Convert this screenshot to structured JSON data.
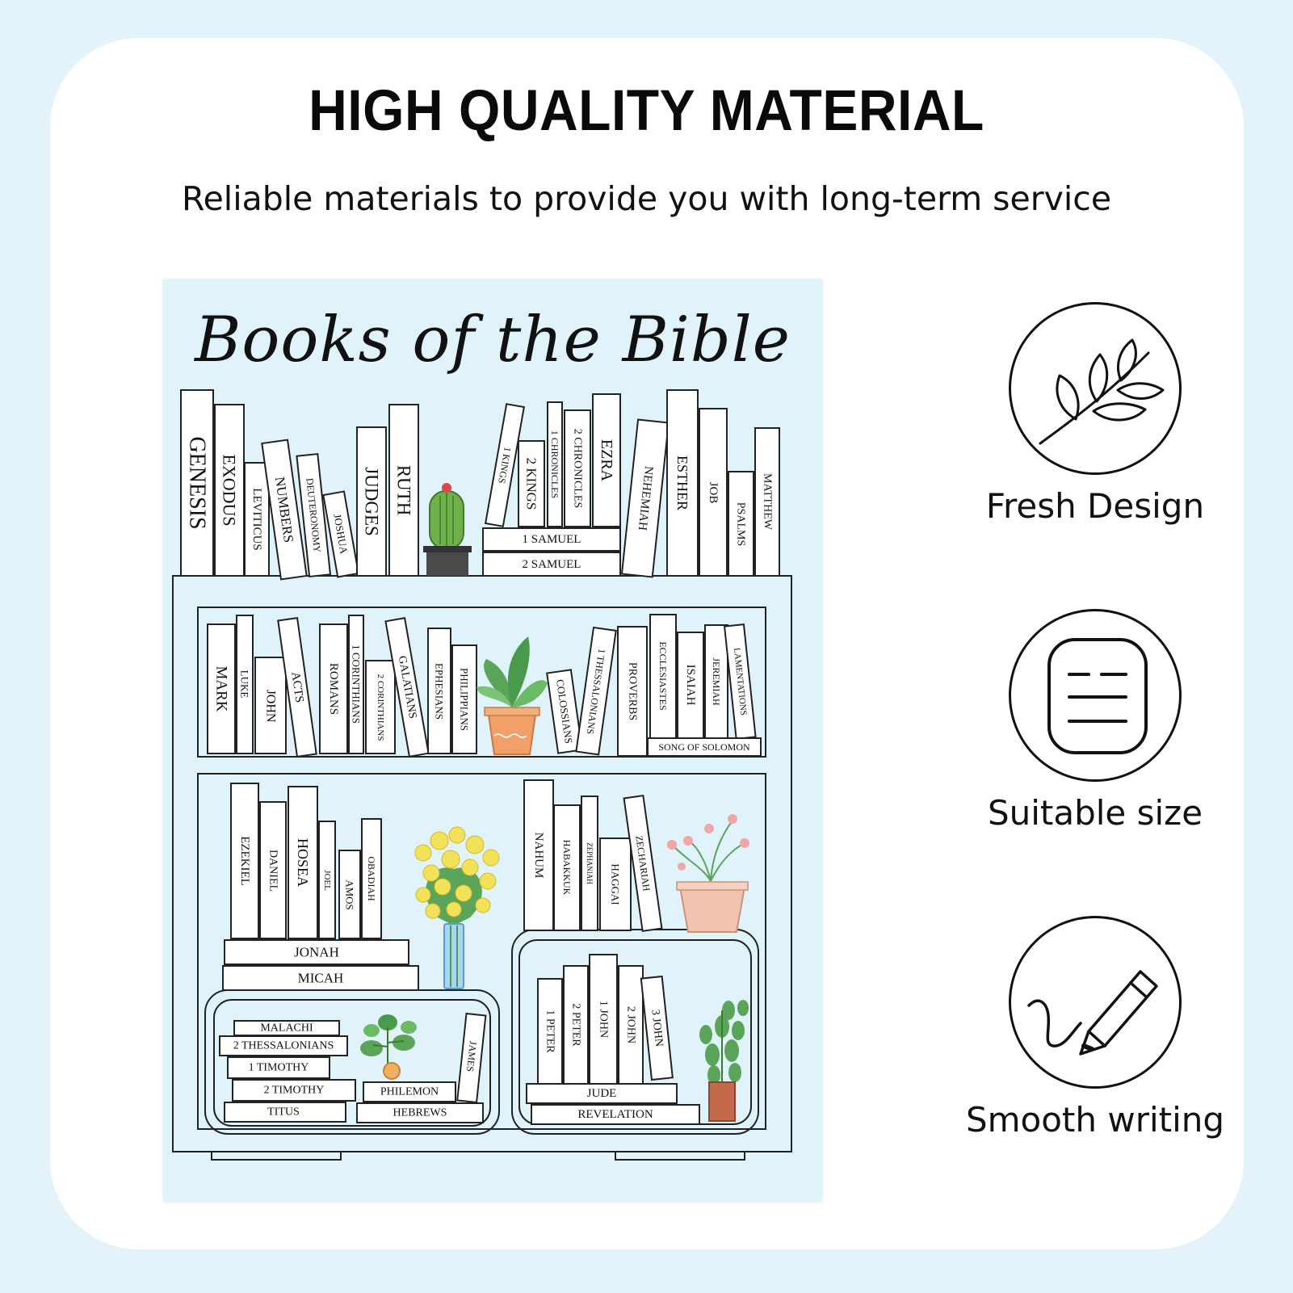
{
  "header": {
    "title": "HIGH QUALITY MATERIAL",
    "subtitle": "Reliable materials to provide you with long-term service"
  },
  "poster": {
    "title": "Books of the Bible",
    "books": {
      "genesis": "GENESIS",
      "exodus": "EXODUS",
      "leviticus": "LEVITICUS",
      "numbers": "NUMBERS",
      "deuteronomy": "DEUTERONOMY",
      "joshua": "JOSHUA",
      "judges": "JUDGES",
      "ruth": "RUTH",
      "kings1": "1 KINGS",
      "kings2": "2 KINGS",
      "chronicles1": "1 CHRONICLES",
      "chronicles2": "2 CHRONICLES",
      "ezra": "EZRA",
      "samuel1": "1 SAMUEL",
      "samuel2": "2 SAMUEL",
      "nehemiah": "NEHEMIAH",
      "esther": "ESTHER",
      "job": "JOB",
      "psalms": "PSALMS",
      "matthew": "MATTHEW",
      "mark": "MARK",
      "luke": "LUKE",
      "john": "JOHN",
      "acts": "ACTS",
      "romans": "ROMANS",
      "corinthians1": "1 CORINTHIANS",
      "corinthians2": "2 CORINTHIANS",
      "galatians": "GALATIANS",
      "ephesians": "EPHESIANS",
      "philippians": "PHILIPPIANS",
      "colossians": "COLOSSIANS",
      "thessalonians1": "1 THESSALONIANS",
      "proverbs": "PROVERBS",
      "ecclesiastes": "ECCLESIASTES",
      "isaiah": "ISAIAH",
      "jeremiah": "JEREMIAH",
      "lamentations": "LAMENTATIONS",
      "song": "SONG OF SOLOMON",
      "ezekiel": "EZEKIEL",
      "daniel": "DANIEL",
      "hosea": "HOSEA",
      "joel": "JOEL",
      "amos": "AMOS",
      "obadiah": "OBADIAH",
      "jonah": "JONAH",
      "micah": "MICAH",
      "nahum": "NAHUM",
      "habakkuk": "HABAKKUK",
      "zephaniah": "ZEPHANIAH",
      "haggai": "HAGGAI",
      "zechariah": "ZECHARIAH",
      "malachi": "MALACHI",
      "thessalonians2": "2 THESSALONIANS",
      "timothy1": "1 TIMOTHY",
      "timothy2": "2 TIMOTHY",
      "titus": "TITUS",
      "philemon": "PHILEMON",
      "hebrews": "HEBREWS",
      "james": "JAMES",
      "peter1": "1 PETER",
      "peter2": "2 PETER",
      "john1": "1 JOHN",
      "john2": "2 JOHN",
      "john3": "3 JOHN",
      "jude": "JUDE",
      "revelation": "REVELATION"
    }
  },
  "features": [
    {
      "label": "Fresh Design",
      "icon": "leaf-branch-icon"
    },
    {
      "label": "Suitable size",
      "icon": "lines-card-icon"
    },
    {
      "label": "Smooth writing",
      "icon": "pencil-icon"
    }
  ],
  "colors": {
    "page_background": "#e4f2fa",
    "card_background": "#ffffff",
    "poster_background": "#e1f3fa",
    "plant_green": "#5aa55a",
    "pot_orange": "#f0a068"
  }
}
